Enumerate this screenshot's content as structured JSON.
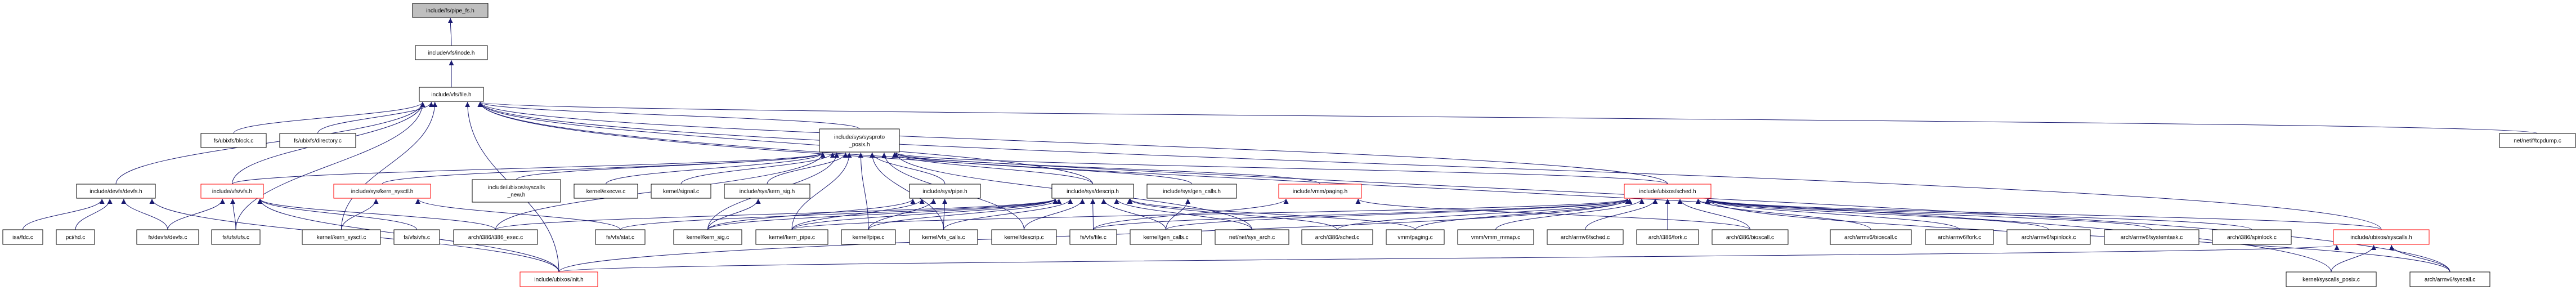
{
  "title": "include/fs/pipe_fs.h",
  "colors": {
    "edge": "#191970",
    "root_fill": "#bfbfbf",
    "truncated_border": "#ff0000",
    "node_border": "#000000"
  },
  "nodes": [
    {
      "id": "pipe_fs_h",
      "lines": [
        "include/fs/pipe_fs.h"
      ],
      "kind": "root"
    },
    {
      "id": "inode_h",
      "lines": [
        "include/vfs/inode.h"
      ],
      "kind": "normal"
    },
    {
      "id": "file_h",
      "lines": [
        "include/vfs/file.h"
      ],
      "kind": "normal"
    },
    {
      "id": "block_c",
      "lines": [
        "fs/ubixfs/block.c"
      ],
      "kind": "normal"
    },
    {
      "id": "directory_c",
      "lines": [
        "fs/ubixfs/directory.c"
      ],
      "kind": "normal"
    },
    {
      "id": "tcpdump_c",
      "lines": [
        "net/netif/tcpdump.c"
      ],
      "kind": "normal"
    },
    {
      "id": "sysproto_h",
      "lines": [
        "include/sys/sysproto",
        "_posix.h"
      ],
      "kind": "normal"
    },
    {
      "id": "devfs_h",
      "lines": [
        "include/devfs/devfs.h"
      ],
      "kind": "normal"
    },
    {
      "id": "vfs_h",
      "lines": [
        "include/vfs/vfs.h"
      ],
      "kind": "truncated"
    },
    {
      "id": "kern_sysctl_h",
      "lines": [
        "include/sys/kern_sysctl.h"
      ],
      "kind": "truncated"
    },
    {
      "id": "syscalls_new_h",
      "lines": [
        "include/ubixos/syscalls",
        "_new.h"
      ],
      "kind": "normal"
    },
    {
      "id": "execve_c",
      "lines": [
        "kernel/execve.c"
      ],
      "kind": "normal"
    },
    {
      "id": "signal_c",
      "lines": [
        "kernel/signal.c"
      ],
      "kind": "normal"
    },
    {
      "id": "kern_sig_h",
      "lines": [
        "include/sys/kern_sig.h"
      ],
      "kind": "normal"
    },
    {
      "id": "pipe_h",
      "lines": [
        "include/sys/pipe.h"
      ],
      "kind": "normal"
    },
    {
      "id": "descrip_h",
      "lines": [
        "include/sys/descrip.h"
      ],
      "kind": "normal"
    },
    {
      "id": "gen_calls_h",
      "lines": [
        "include/sys/gen_calls.h"
      ],
      "kind": "normal"
    },
    {
      "id": "paging_h",
      "lines": [
        "include/vmm/paging.h"
      ],
      "kind": "truncated"
    },
    {
      "id": "sched_h",
      "lines": [
        "include/ubixos/sched.h"
      ],
      "kind": "truncated"
    },
    {
      "id": "fdc_c",
      "lines": [
        "isa/fdc.c"
      ],
      "kind": "normal"
    },
    {
      "id": "hd_c",
      "lines": [
        "pci/hd.c"
      ],
      "kind": "normal"
    },
    {
      "id": "devfs_c",
      "lines": [
        "fs/devfs/devfs.c"
      ],
      "kind": "normal"
    },
    {
      "id": "ufs_c",
      "lines": [
        "fs/ufs/ufs.c"
      ],
      "kind": "normal"
    },
    {
      "id": "kern_sysctl_c",
      "lines": [
        "kernel/kern_sysctl.c"
      ],
      "kind": "normal"
    },
    {
      "id": "vfs_c",
      "lines": [
        "fs/vfs/vfs.c"
      ],
      "kind": "normal"
    },
    {
      "id": "i386_exec_c",
      "lines": [
        "arch/i386/i386_exec.c"
      ],
      "kind": "normal"
    },
    {
      "id": "stat_c",
      "lines": [
        "fs/vfs/stat.c"
      ],
      "kind": "normal"
    },
    {
      "id": "kern_sig_c",
      "lines": [
        "kernel/kern_sig.c"
      ],
      "kind": "normal"
    },
    {
      "id": "kern_pipe_c",
      "lines": [
        "kernel/kern_pipe.c"
      ],
      "kind": "normal"
    },
    {
      "id": "pipe_c",
      "lines": [
        "kernel/pipe.c"
      ],
      "kind": "normal"
    },
    {
      "id": "vfs_calls_c",
      "lines": [
        "kernel/vfs_calls.c"
      ],
      "kind": "normal"
    },
    {
      "id": "descrip_c",
      "lines": [
        "kernel/descrip.c"
      ],
      "kind": "normal"
    },
    {
      "id": "file_c",
      "lines": [
        "fs/vfs/file.c"
      ],
      "kind": "normal"
    },
    {
      "id": "gen_calls_c",
      "lines": [
        "kernel/gen_calls.c"
      ],
      "kind": "normal"
    },
    {
      "id": "sys_arch_c",
      "lines": [
        "net/net/sys_arch.c"
      ],
      "kind": "normal"
    },
    {
      "id": "i386_sched_c",
      "lines": [
        "arch/i386/sched.c"
      ],
      "kind": "normal"
    },
    {
      "id": "paging_c",
      "lines": [
        "vmm/paging.c"
      ],
      "kind": "normal"
    },
    {
      "id": "vmm_mmap_c",
      "lines": [
        "vmm/vmm_mmap.c"
      ],
      "kind": "normal"
    },
    {
      "id": "armv6_sched_c",
      "lines": [
        "arch/armv6/sched.c"
      ],
      "kind": "normal"
    },
    {
      "id": "i386_fork_c",
      "lines": [
        "arch/i386/fork.c"
      ],
      "kind": "normal"
    },
    {
      "id": "i386_bioscall_c",
      "lines": [
        "arch/i386/bioscall.c"
      ],
      "kind": "normal"
    },
    {
      "id": "armv6_bioscall_c",
      "lines": [
        "arch/armv6/bioscall.c"
      ],
      "kind": "normal"
    },
    {
      "id": "armv6_fork_c",
      "lines": [
        "arch/armv6/fork.c"
      ],
      "kind": "normal"
    },
    {
      "id": "armv6_spinlock_c",
      "lines": [
        "arch/armv6/spinlock.c"
      ],
      "kind": "normal"
    },
    {
      "id": "armv6_systemtask_c",
      "lines": [
        "arch/armv6/systemtask.c"
      ],
      "kind": "normal"
    },
    {
      "id": "i386_spinlock_c",
      "lines": [
        "arch/i386/spinlock.c"
      ],
      "kind": "normal"
    },
    {
      "id": "syscalls_h",
      "lines": [
        "include/ubixos/syscalls.h"
      ],
      "kind": "truncated"
    },
    {
      "id": "init_h",
      "lines": [
        "include/ubixos/init.h"
      ],
      "kind": "truncated"
    },
    {
      "id": "syscalls_posix_c",
      "lines": [
        "kernel/syscalls_posix.c"
      ],
      "kind": "normal"
    },
    {
      "id": "armv6_syscall_c",
      "lines": [
        "arch/armv6/syscall.c"
      ],
      "kind": "normal"
    }
  ],
  "edges": [
    [
      "inode_h",
      "pipe_fs_h"
    ],
    [
      "file_h",
      "inode_h"
    ],
    [
      "devfs_h",
      "file_h"
    ],
    [
      "ufs_c",
      "file_h"
    ],
    [
      "block_c",
      "file_h"
    ],
    [
      "directory_c",
      "file_h"
    ],
    [
      "vfs_h",
      "file_h"
    ],
    [
      "kern_sysctl_c",
      "file_h"
    ],
    [
      "init_h",
      "file_h"
    ],
    [
      "sysproto_h",
      "file_h"
    ],
    [
      "descrip_h",
      "file_h"
    ],
    [
      "sched_h",
      "file_h"
    ],
    [
      "tcpdump_c",
      "file_h"
    ],
    [
      "syscalls_h",
      "file_h"
    ],
    [
      "armv6_syscall_c",
      "file_h"
    ],
    [
      "syscalls_posix_c",
      "file_h"
    ],
    [
      "syscalls_new_h",
      "sysproto_h"
    ],
    [
      "execve_c",
      "sysproto_h"
    ],
    [
      "signal_c",
      "sysproto_h"
    ],
    [
      "kern_sig_h",
      "sysproto_h"
    ],
    [
      "kern_sig_c",
      "sysproto_h"
    ],
    [
      "kern_pipe_c",
      "sysproto_h"
    ],
    [
      "pipe_c",
      "sysproto_h"
    ],
    [
      "pipe_h",
      "sysproto_h"
    ],
    [
      "descrip_h",
      "sysproto_h"
    ],
    [
      "gen_calls_h",
      "sysproto_h"
    ],
    [
      "paging_h",
      "sysproto_h"
    ],
    [
      "sched_h",
      "sysproto_h"
    ],
    [
      "vfs_h",
      "sysproto_h"
    ],
    [
      "kern_sysctl_h",
      "sysproto_h"
    ],
    [
      "i386_exec_c",
      "sysproto_h"
    ],
    [
      "vfs_calls_c",
      "sysproto_h"
    ],
    [
      "descrip_c",
      "sysproto_h"
    ],
    [
      "sys_arch_c",
      "sysproto_h"
    ],
    [
      "fdc_c",
      "devfs_h"
    ],
    [
      "hd_c",
      "devfs_h"
    ],
    [
      "devfs_c",
      "devfs_h"
    ],
    [
      "init_h",
      "devfs_h"
    ],
    [
      "devfs_c",
      "vfs_h"
    ],
    [
      "ufs_c",
      "vfs_h"
    ],
    [
      "init_h",
      "vfs_h"
    ],
    [
      "vfs_c",
      "vfs_h"
    ],
    [
      "i386_exec_c",
      "vfs_h"
    ],
    [
      "kern_sysctl_c",
      "kern_sysctl_h"
    ],
    [
      "stat_c",
      "kern_sysctl_h"
    ],
    [
      "kern_sig_c",
      "kern_sig_h"
    ],
    [
      "kern_pipe_c",
      "pipe_h"
    ],
    [
      "pipe_c",
      "pipe_h"
    ],
    [
      "vfs_calls_c",
      "pipe_h"
    ],
    [
      "kern_sig_c",
      "pipe_h"
    ],
    [
      "kern_pipe_c",
      "descrip_h"
    ],
    [
      "pipe_c",
      "descrip_h"
    ],
    [
      "vfs_calls_c",
      "descrip_h"
    ],
    [
      "descrip_c",
      "descrip_h"
    ],
    [
      "file_c",
      "descrip_h"
    ],
    [
      "gen_calls_c",
      "descrip_h"
    ],
    [
      "sys_arch_c",
      "descrip_h"
    ],
    [
      "i386_sched_c",
      "descrip_h"
    ],
    [
      "i386_exec_c",
      "descrip_h"
    ],
    [
      "stat_c",
      "descrip_h"
    ],
    [
      "kern_sig_c",
      "descrip_h"
    ],
    [
      "paging_c",
      "descrip_h"
    ],
    [
      "gen_calls_c",
      "gen_calls_h"
    ],
    [
      "file_c",
      "paging_h"
    ],
    [
      "i386_bioscall_c",
      "paging_h"
    ],
    [
      "i386_sched_c",
      "sched_h"
    ],
    [
      "paging_c",
      "sched_h"
    ],
    [
      "vmm_mmap_c",
      "sched_h"
    ],
    [
      "armv6_sched_c",
      "sched_h"
    ],
    [
      "i386_fork_c",
      "sched_h"
    ],
    [
      "i386_bioscall_c",
      "sched_h"
    ],
    [
      "armv6_bioscall_c",
      "sched_h"
    ],
    [
      "armv6_fork_c",
      "sched_h"
    ],
    [
      "armv6_spinlock_c",
      "sched_h"
    ],
    [
      "armv6_systemtask_c",
      "sched_h"
    ],
    [
      "i386_spinlock_c",
      "sched_h"
    ],
    [
      "syscalls_h",
      "sched_h"
    ],
    [
      "armv6_syscall_c",
      "sched_h"
    ],
    [
      "init_h",
      "sched_h"
    ],
    [
      "kern_pipe_c",
      "sched_h"
    ],
    [
      "file_c",
      "sched_h"
    ],
    [
      "gen_calls_c",
      "sched_h"
    ],
    [
      "syscalls_posix_c",
      "syscalls_h"
    ],
    [
      "armv6_syscall_c",
      "syscalls_h"
    ],
    [
      "init_h",
      "syscalls_h"
    ]
  ]
}
